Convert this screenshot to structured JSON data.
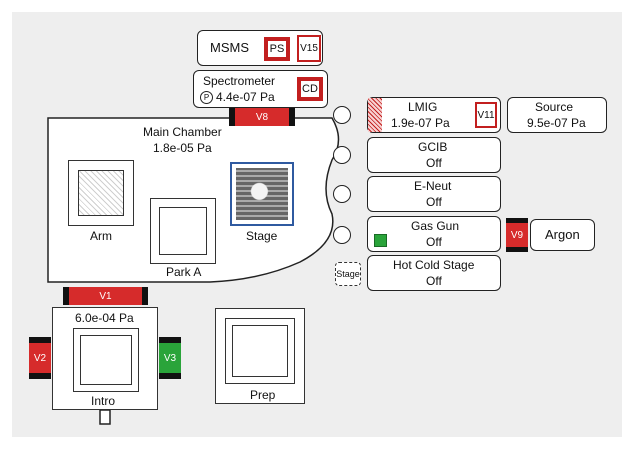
{
  "msms": {
    "label": "MSMS",
    "ps": "PS",
    "valve": "V15"
  },
  "spectrometer": {
    "title": "Spectrometer",
    "pressure": "4.4e-07 Pa",
    "badge": "P",
    "cd": "CD"
  },
  "main_chamber": {
    "title": "Main Chamber",
    "pressure": "1.8e-05 Pa",
    "valve_top": "V8",
    "valve_bottom": "V1"
  },
  "arm": {
    "label": "Arm"
  },
  "park": {
    "label": "Park A"
  },
  "stage": {
    "label": "Stage"
  },
  "lmig": {
    "title": "LMIG",
    "pressure": "1.9e-07 Pa",
    "valve": "V11"
  },
  "source": {
    "title": "Source",
    "pressure": "9.5e-07 Pa"
  },
  "gcib": {
    "title": "GCIB",
    "status": "Off"
  },
  "eneut": {
    "title": "E-Neut",
    "status": "Off"
  },
  "gasgun": {
    "title": "Gas Gun",
    "status": "Off",
    "valve": "V9",
    "indicator_color": "#2aa43a"
  },
  "argon": {
    "label": "Argon"
  },
  "stage_button": {
    "label": "Stage"
  },
  "hotcold": {
    "title": "Hot Cold Stage",
    "status": "Off"
  },
  "intro": {
    "pressure": "6.0e-04 Pa",
    "label": "Intro",
    "valve_left": "V2",
    "valve_right": "V3"
  },
  "prep": {
    "label": "Prep"
  }
}
